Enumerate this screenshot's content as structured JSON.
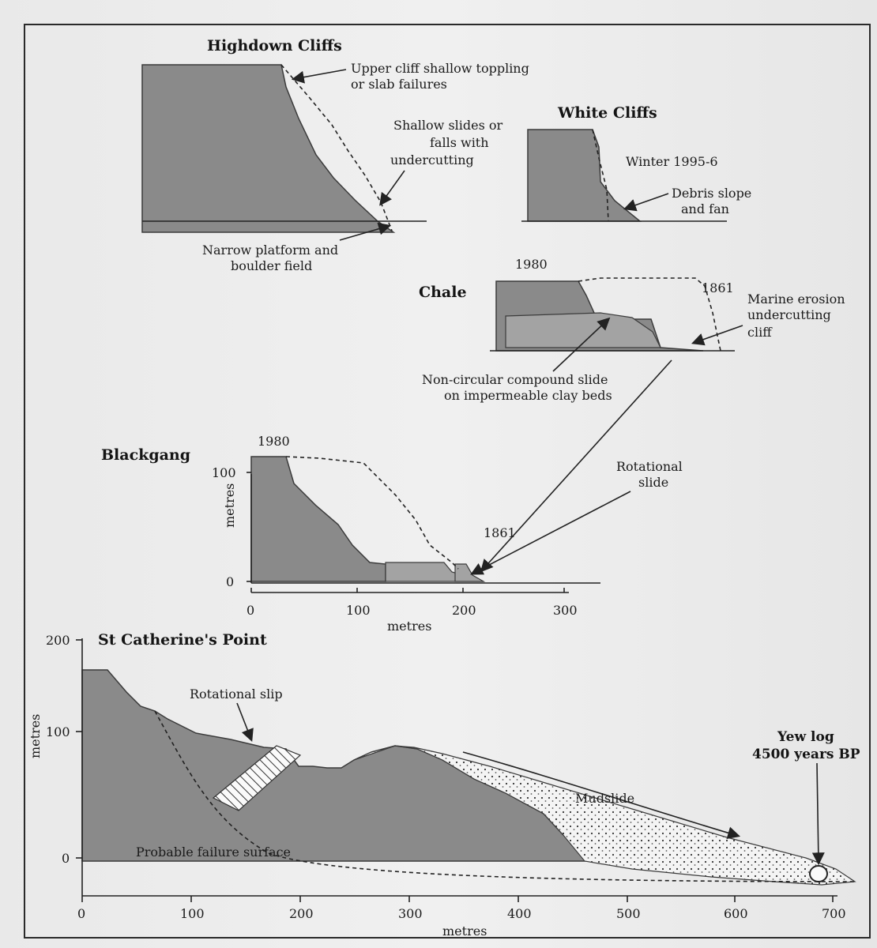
{
  "highdown": {
    "title": "Highdown Cliffs",
    "label_upper_1": "Upper cliff shallow toppling",
    "label_upper_2": "or slab failures",
    "label_shallow_1": "Shallow slides or",
    "label_shallow_2": "falls with",
    "label_shallow_3": "undercutting",
    "label_platform_1": "Narrow platform and",
    "label_platform_2": "boulder field"
  },
  "white_cliffs": {
    "title": "White Cliffs",
    "label_winter": "Winter 1995-6",
    "label_debris_1": "Debris slope",
    "label_debris_2": "and fan"
  },
  "chale": {
    "title": "Chale",
    "year_1980": "1980",
    "year_1861": "1861",
    "label_marine_1": "Marine erosion",
    "label_marine_2": "undercutting",
    "label_marine_3": "cliff",
    "label_compound_1": "Non-circular compound slide",
    "label_compound_2": "on impermeable clay beds"
  },
  "blackgang": {
    "title": "Blackgang",
    "year_1980": "1980",
    "year_1861": "1861",
    "label_rot_1": "Rotational",
    "label_rot_2": "slide",
    "y_axis_label": "metres",
    "x_axis_label": "metres",
    "y_ticks": [
      "100",
      "0"
    ],
    "x_ticks": [
      "0",
      "100",
      "200",
      "300"
    ]
  },
  "st_catherines": {
    "title": "St Catherine's Point",
    "label_rot_slip": "Rotational slip",
    "label_mudslide": "Mudslide",
    "label_yew_1": "Yew log",
    "label_yew_2": "4500 years BP",
    "label_failure": "Probable failure surface",
    "y_axis_label": "metres",
    "x_axis_label": "metres",
    "y_ticks": [
      "200",
      "100",
      "0"
    ],
    "x_ticks": [
      "0",
      "100",
      "200",
      "300",
      "400",
      "500",
      "600",
      "700"
    ]
  }
}
